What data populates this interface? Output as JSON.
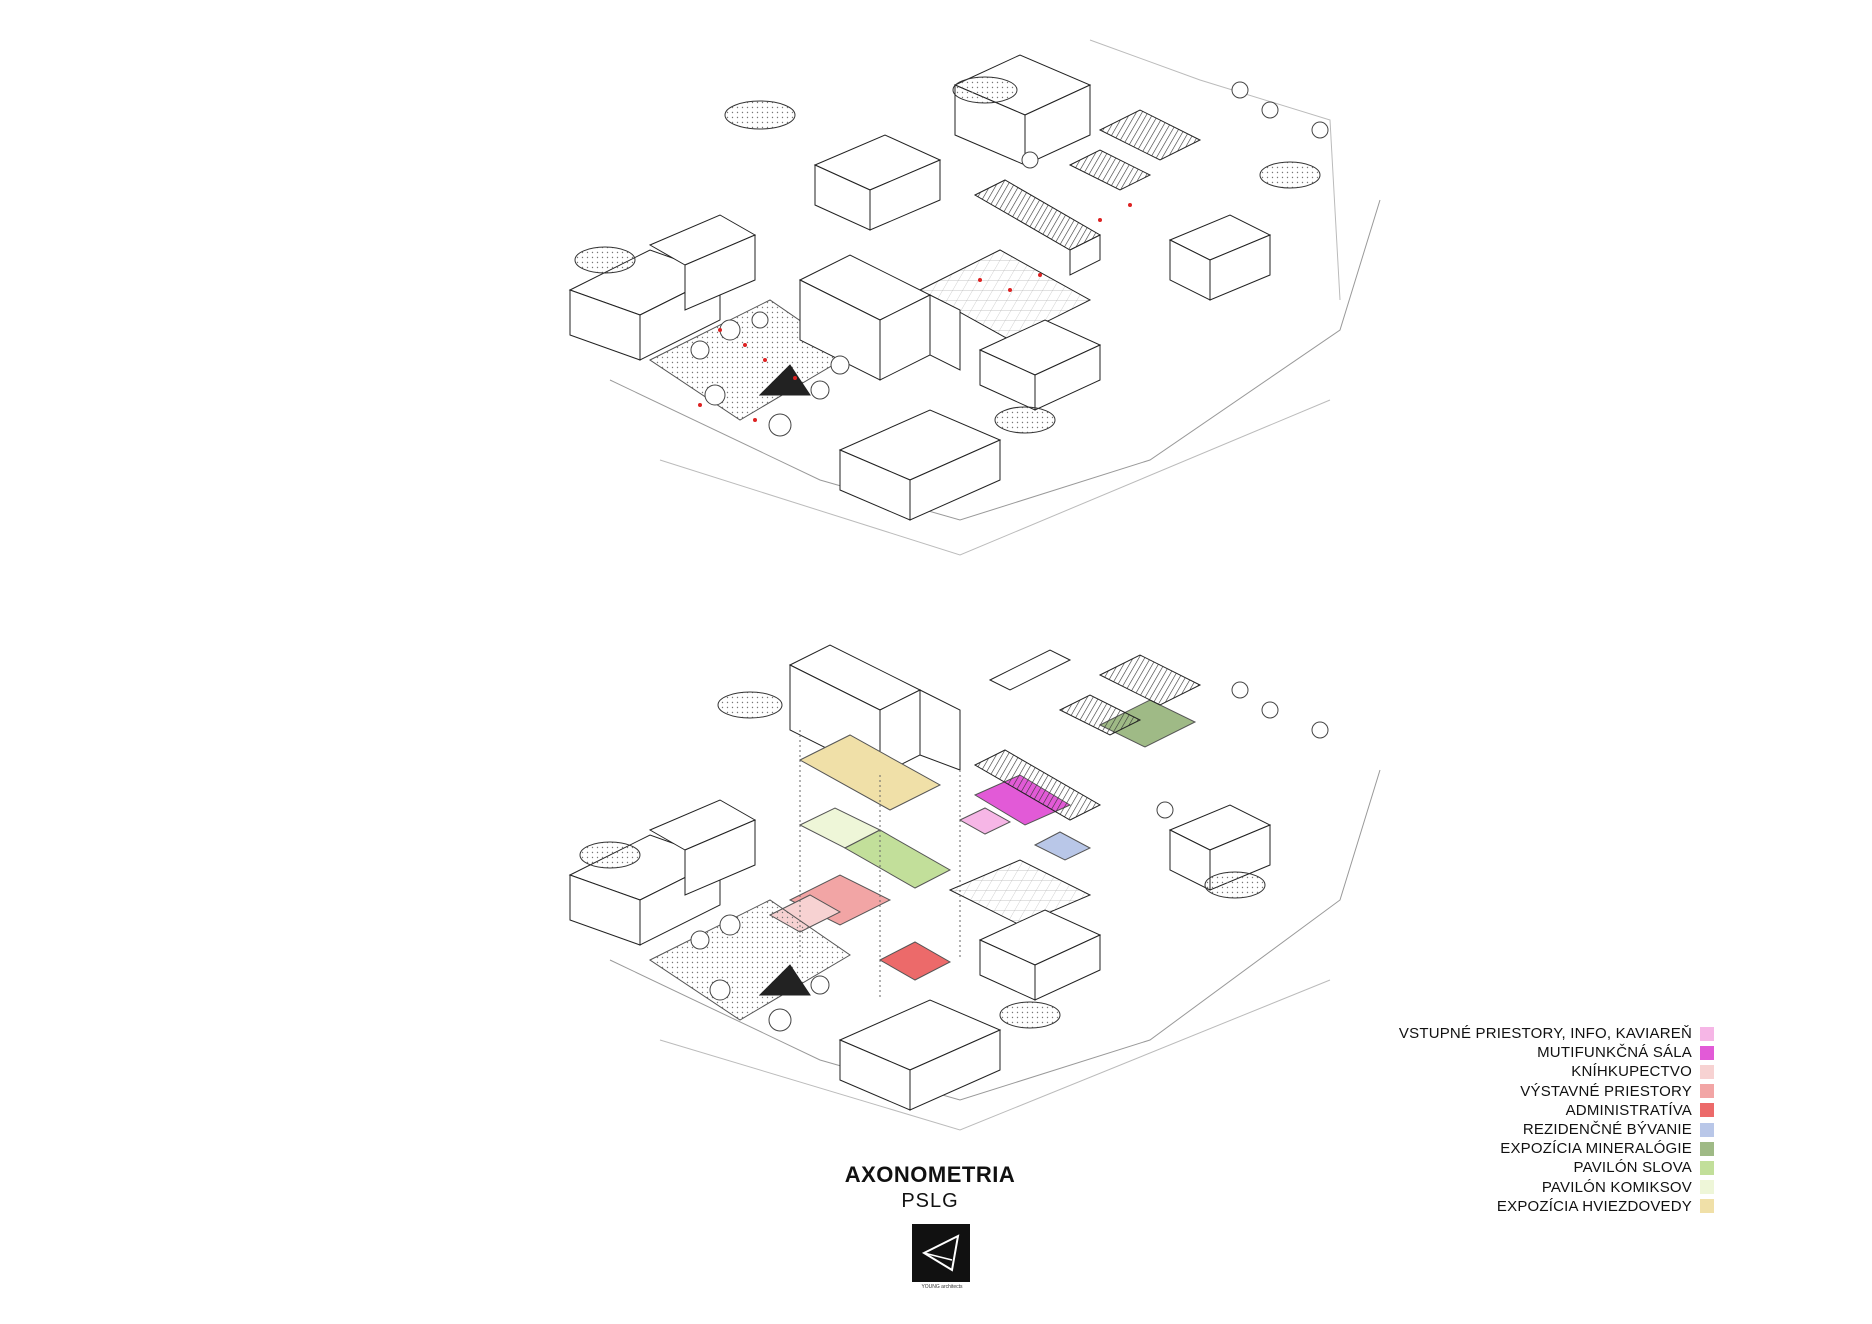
{
  "title": {
    "main": "AXONOMETRIA",
    "sub": "PSLG"
  },
  "logo": {
    "caption": "YOUNG architects",
    "icon": "triangle-logo-icon"
  },
  "legend": [
    {
      "label": "VSTUPNÉ PRIESTORY, INFO, KAVIAREŇ",
      "color": "#f6b6e6"
    },
    {
      "label": "MUTIFUNKČNÁ SÁLA",
      "color": "#e25ad7"
    },
    {
      "label": "KNÍHKUPECTVO",
      "color": "#f7d2d2"
    },
    {
      "label": "VÝSTAVNÉ PRIESTORY",
      "color": "#f2a5a5"
    },
    {
      "label": "ADMINISTRATÍVA",
      "color": "#ec6a6a"
    },
    {
      "label": "REZIDENČNÉ BÝVANIE",
      "color": "#b9c7e8"
    },
    {
      "label": "EXPOZÍCIA MINERALÓGIE",
      "color": "#9fba86"
    },
    {
      "label": "PAVILÓN SLOVA",
      "color": "#c2df9a"
    },
    {
      "label": "PAVILÓN KOMIKSOV",
      "color": "#eef6d8"
    },
    {
      "label": "EXPOZÍCIA HVIEZDOVEDY",
      "color": "#f0e0a8"
    }
  ]
}
